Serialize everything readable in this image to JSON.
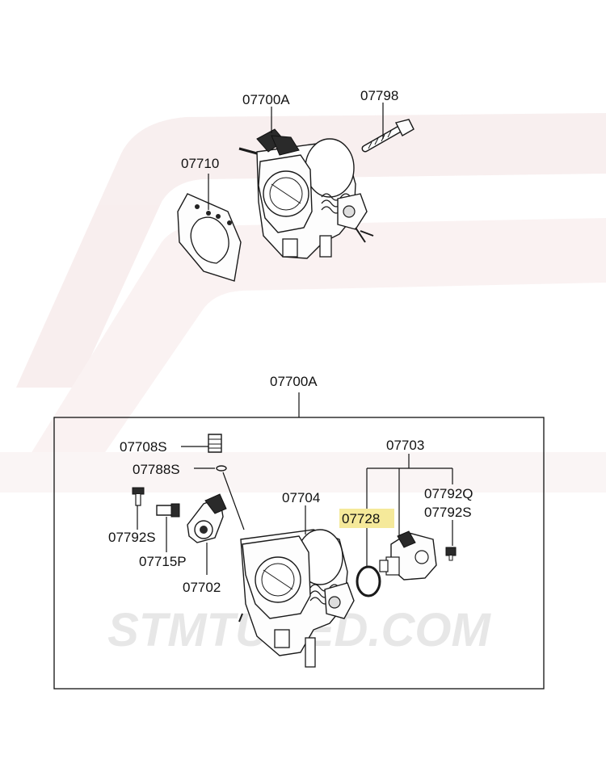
{
  "watermark": {
    "text": "STMTUNED.COM",
    "color": "#d9d9d9",
    "logo_color": "#e9c9c9"
  },
  "highlight_color": "#f5e99a",
  "top_assembly": {
    "labels": {
      "throttle_body": "07700A",
      "bolt": "07798",
      "gasket": "07710"
    }
  },
  "exploded_view": {
    "assembly_label": "07700A",
    "labels": {
      "connector_boot": "07708S",
      "o_ring_small": "07788S",
      "screw_left": "07792S",
      "tps_screw": "07715P",
      "tps_sensor": "07702",
      "throttle_body": "07704",
      "iac_assembly": "07703",
      "iac_o_ring": "07728",
      "iac_screw_q": "07792Q",
      "iac_screw_s": "07792S"
    },
    "highlighted": "07728"
  }
}
